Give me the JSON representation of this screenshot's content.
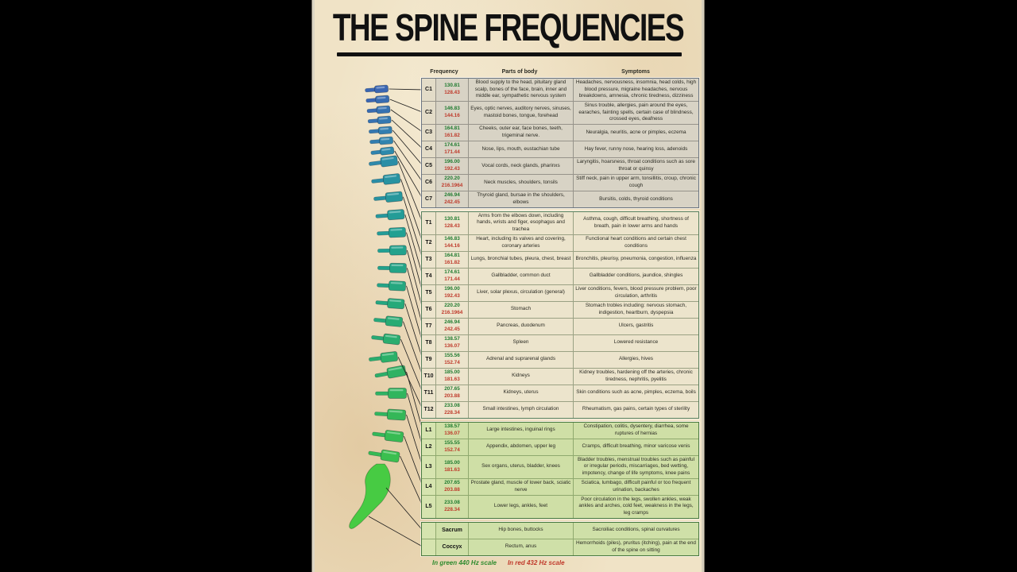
{
  "poster": {
    "title": "THE SPINE FREQUENCIES",
    "footer": {
      "green_note": "In green 440 Hz scale",
      "red_note": "In red 432 Hz scale"
    },
    "colors": {
      "background": "#f0e3c6",
      "title": "#111111",
      "freq_green": "#1e7b2f",
      "freq_red": "#bf3a2b",
      "letterbox": "#000000"
    }
  },
  "spine": {
    "description": "spinal column illustration, blue cervical to teal thoracic to green lumbar and sacrum",
    "color_stops": [
      "#3a66b2",
      "#2f86ae",
      "#21a093",
      "#28ab72",
      "#35b955",
      "#4bd03f"
    ]
  },
  "table": {
    "headers": [
      "Frequency",
      "Parts of body",
      "Symptoms"
    ],
    "sections": [
      {
        "id": "cervical",
        "colors": {
          "bg": "#d8d3c5",
          "labelBg": "#e3dcc8",
          "border": "#6a7582",
          "line": "#96938a"
        },
        "rows": [
          {
            "label": "C1",
            "freq_green": "130.81",
            "freq_red": "128.43",
            "parts": "Blood supply to the head, pituitary gland scalp, bones of the face, brain, inner and middle ear, sympathetic nervous system",
            "symptoms": "Headaches, nervousness, insomnia, head colds, high blood pressure, migraine headaches, nervous breakdowns, amnesia, chronic tiredness, dizziness"
          },
          {
            "label": "C2",
            "freq_green": "146.83",
            "freq_red": "144.16",
            "parts": "Eyes, optic nerves, auditory nerves, sinuses, mastoid bones, tongue, forehead",
            "symptoms": "Sinus trouble, allergies, pain around the eyes, earaches, fainting spells, certain case of blindness, crossed eyes, deafness"
          },
          {
            "label": "C3",
            "freq_green": "164.81",
            "freq_red": "161.82",
            "parts": "Cheeks, outer ear, face bones, teeth, trigeminal nerve.",
            "symptoms": "Neuralgia, neuritis, acne or pimples, eczema"
          },
          {
            "label": "C4",
            "freq_green": "174.61",
            "freq_red": "171.44",
            "parts": "Nose, lips, mouth, eustachian tube",
            "symptoms": "Hay fever, runny nose, hearing loss, adenoids"
          },
          {
            "label": "C5",
            "freq_green": "196.00",
            "freq_red": "192.43",
            "parts": "Vocal cords, neck glands, pharinxs",
            "symptoms": "Laryngitis, hoarsness, throat conditions such as sore throat or quinsy"
          },
          {
            "label": "C6",
            "freq_green": "220.20",
            "freq_red": "216.1964",
            "parts": "Neck muscles, shoulders, tonsils",
            "symptoms": "Stiff neck, pain in upper arm, tonsillitis, croup, chronic cough"
          },
          {
            "label": "C7",
            "freq_green": "246.94",
            "freq_red": "242.45",
            "parts": "Thyroid gland, bursae in the shoulders, elbows",
            "symptoms": "Bursitis, colds, thyroid conditions"
          }
        ]
      },
      {
        "id": "thoracic",
        "colors": {
          "bg": "#ece4cc",
          "labelBg": "#ece4cc",
          "border": "#577f5b",
          "line": "#9aa183"
        },
        "rows": [
          {
            "label": "T1",
            "freq_green": "130.81",
            "freq_red": "128.43",
            "parts": "Arms from the elbows down, including hands, wrists and figer, esophagus and trachea",
            "symptoms": "Asthma, cough, difficult breathing, shortness of breath, pain in lower arms and hands"
          },
          {
            "label": "T2",
            "freq_green": "146.83",
            "freq_red": "144.16",
            "parts": "Heart, including its valves and covering, coronary arteries",
            "symptoms": "Functional heart conditions and certain chest conditions"
          },
          {
            "label": "T3",
            "freq_green": "164.81",
            "freq_red": "161.82",
            "parts": "Lungs, bronchial tubes, pleura, chest, breast",
            "symptoms": "Bronchitis, pleurisy, pneumonia, congestion, influenza"
          },
          {
            "label": "T4",
            "freq_green": "174.61",
            "freq_red": "171.44",
            "parts": "Gallbladder, common duct",
            "symptoms": "Gallbladder conditions, jaundice, shingles"
          },
          {
            "label": "T5",
            "freq_green": "196.00",
            "freq_red": "192.43",
            "parts": "Liver, solar plexus, circulation (general)",
            "symptoms": "Liver conditions, fevers, blood pressure problem, poor circulation, arthritis"
          },
          {
            "label": "T6",
            "freq_green": "220.20",
            "freq_red": "216.1964",
            "parts": "Stomach",
            "symptoms": "Stomach trobles including: nervous stomach, indigestion, heartburn, dyspepsia"
          },
          {
            "label": "T7",
            "freq_green": "246.94",
            "freq_red": "242.45",
            "parts": "Pancreas, duodenum",
            "symptoms": "Ulcers, gastritis"
          },
          {
            "label": "T8",
            "freq_green": "138.57",
            "freq_red": "136.07",
            "parts": "Spleen",
            "symptoms": "Lowered resistance"
          },
          {
            "label": "T9",
            "freq_green": "155.56",
            "freq_red": "152.74",
            "parts": "Adrenal and suprarenal glands",
            "symptoms": "Allergies, hives"
          },
          {
            "label": "T10",
            "freq_green": "185.00",
            "freq_red": "181.63",
            "parts": "Kidneys",
            "symptoms": "Kidney troubles, hardening off the arteries, chronic tiredness, nephritis, pyelitis"
          },
          {
            "label": "T11",
            "freq_green": "207.65",
            "freq_red": "203.88",
            "parts": "Kidneys, uterus",
            "symptoms": "Skin conditions such as acne, pimples, eczema, boils"
          },
          {
            "label": "T12",
            "freq_green": "233.08",
            "freq_red": "228.34",
            "parts": "Small intestines, lymph circulation",
            "symptoms": "Rheumatism, gas pains, certain types of sterility"
          }
        ]
      },
      {
        "id": "lumbar",
        "colors": {
          "bg": "#cfdfa6",
          "labelBg": "#d6e4af",
          "border": "#47793f",
          "line": "#8fa96e"
        },
        "rows": [
          {
            "label": "L1",
            "freq_green": "138.57",
            "freq_red": "136.07",
            "parts": "Large intestines, inguinal rings",
            "symptoms": "Constipation, colitis, dysentery, diarrhea, some ruptures of hernias"
          },
          {
            "label": "L2",
            "freq_green": "155.55",
            "freq_red": "152.74",
            "parts": "Appendix, abdomen, upper leg",
            "symptoms": "Cramps, difficult breathing, minor varicose venis"
          },
          {
            "label": "L3",
            "freq_green": "185.00",
            "freq_red": "181.63",
            "parts": "Sex organs, uterus, bladder, knees",
            "symptoms": "Bladder troubles, menstrual troubles such as painful or irregular periods, miscarriages, bed wetting, impotency, change of life symptoms, knee pains"
          },
          {
            "label": "L4",
            "freq_green": "207.65",
            "freq_red": "203.88",
            "parts": "Prostate gland, muscle of lower back, sciatic nerve",
            "symptoms": "Sciatica, lumbago, difficult painful or too frequent urination, backaches"
          },
          {
            "label": "L5",
            "freq_green": "233.08",
            "freq_red": "228.34",
            "parts": "Lower legs, ankles, feet",
            "symptoms": "Poor circulation in the legs, swollen ankles, weak ankles and arches, cold feet, weakness in the legs, leg cramps"
          }
        ]
      },
      {
        "id": "sacral",
        "colors": {
          "bg": "#cfe0a8",
          "labelBg": "#d6e4af",
          "border": "#47793f",
          "line": "#8fa96e"
        },
        "rows": [
          {
            "label": "Sacrum",
            "freq_green": "",
            "freq_red": "",
            "parts": "Hip bones, buttocks",
            "symptoms": "Sacroiliac conditions, spinal curvatures"
          },
          {
            "label": "Coccyx",
            "freq_green": "",
            "freq_red": "",
            "parts": "Rectum, anus",
            "symptoms": "Hemorrhoids (piles), pruritus (itching), pain at the end of the spine on sitting"
          }
        ]
      }
    ]
  }
}
